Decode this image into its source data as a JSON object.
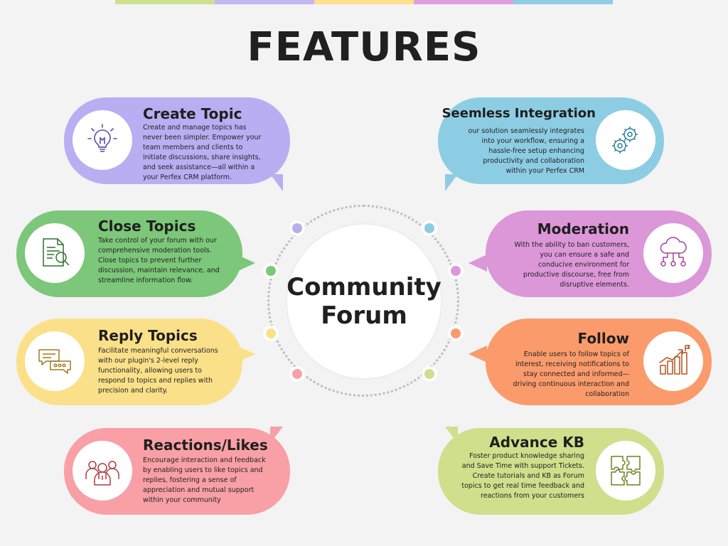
{
  "colors": {
    "purple": "#b9aef2",
    "blue": "#8dcde3",
    "green": "#7cc77a",
    "violet": "#dc97d8",
    "yellow": "#fbe08a",
    "orange": "#fb9b6b",
    "pink": "#f8a0a5",
    "lime": "#cfdf8c",
    "topbar": [
      "#cfe08e",
      "#c2b6f3",
      "#fce08d",
      "#e19edf",
      "#8fcde4"
    ]
  },
  "title": "FEATURES",
  "hub": {
    "line1": "Community",
    "line2": "Forum"
  },
  "cards": {
    "create_topic": {
      "title": "Create Topic",
      "text": "Create and manage topics has never been simpler. Empower your team members and clients to initiate discussions, share insights, and seek assistance—all within a your Perfex CRM platform.",
      "icon": "lightbulb-icon"
    },
    "seamless_integration": {
      "title": "Seemless Integration",
      "text": "our solution seamlessly integrates into your workflow, ensuring a hassle-free setup enhancing productivity and collaboration within your Perfex CRM",
      "icon": "gears-icon"
    },
    "close_topics": {
      "title": "Close Topics",
      "text": "Take control of your forum with our comprehensive moderation tools. Close topics to prevent further discussion, maintain relevance, and streamline information flow.",
      "icon": "document-search-icon"
    },
    "moderation": {
      "title": "Moderation",
      "text": "With the ability to ban customers, you can ensure a safe and conducive environment for productive discourse, free from disruptive elements.",
      "icon": "cloud-network-icon"
    },
    "reply_topics": {
      "title": "Reply Topics",
      "text": "Facilitate meaningful conversations with our plugin's 2-level reply functionality, allowing users to respond to topics and replies with precision and clarity.",
      "icon": "chat-bubbles-icon"
    },
    "follow": {
      "title": "Follow",
      "text": "Enable users to follow topics of interest, receiving notifications to stay connected and informed—driving continuous interaction and collaboration",
      "icon": "growth-chart-icon"
    },
    "reactions": {
      "title": "Reactions/Likes",
      "text": "Encourage interaction and feedback by enabling users to like topics and replies, fostering a sense of appreciation and mutual support within your community",
      "icon": "people-group-icon"
    },
    "advance_kb": {
      "title": "Advance KB",
      "text": "Foster product knowledge sharing and Save Time with support Tickets. Create tutorials  and KB as Forum topics to get real time feedback and reactions from your customers",
      "icon": "puzzle-icon"
    }
  }
}
